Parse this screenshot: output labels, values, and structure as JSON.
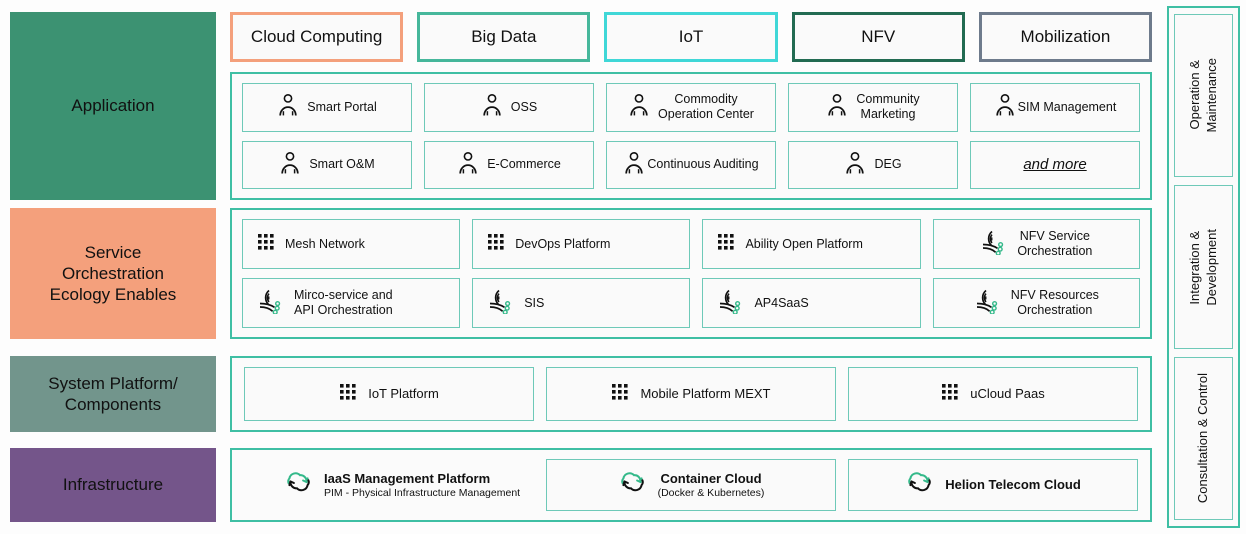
{
  "colors": {
    "teal_border": "#3fbfa4",
    "inner_border": "#6ec9b8",
    "application_layer": "#3c9272",
    "service_layer": "#f4a07c",
    "system_layer": "#72958c",
    "infrastructure_layer": "#74558a",
    "tag_cloud_computing": "#f4a07c",
    "tag_big_data": "#46b79b",
    "tag_iot": "#40d7d7",
    "tag_nfv": "#226b52",
    "tag_mobilization": "#6e7b8c",
    "icon_green": "#34b98a"
  },
  "layers": [
    {
      "id": "application",
      "label": "Application"
    },
    {
      "id": "service",
      "label": "Service\nOrchestration\nEcology Enables"
    },
    {
      "id": "system",
      "label": "System Platform/\nComponents"
    },
    {
      "id": "infrastructure",
      "label": "Infrastructure"
    }
  ],
  "tags": [
    {
      "label": "Cloud Computing",
      "color": "#f4a07c"
    },
    {
      "label": "Big Data",
      "color": "#46b79b"
    },
    {
      "label": "IoT",
      "color": "#40d7d7"
    },
    {
      "label": "NFV",
      "color": "#226b52"
    },
    {
      "label": "Mobilization",
      "color": "#6e7b8c"
    }
  ],
  "application_items": [
    {
      "label": "Smart Portal",
      "icon": "person-icon",
      "style": "normal"
    },
    {
      "label": "OSS",
      "icon": "person-icon",
      "style": "normal"
    },
    {
      "label": "Commodity\nOperation Center",
      "icon": "person-icon",
      "style": "normal"
    },
    {
      "label": "Community\nMarketing",
      "icon": "person-icon",
      "style": "normal"
    },
    {
      "label": "SIM Management",
      "icon": "person-icon",
      "style": "tight"
    },
    {
      "label": "Smart O&M",
      "icon": "person-icon",
      "style": "normal"
    },
    {
      "label": "E-Commerce",
      "icon": "person-icon",
      "style": "normal"
    },
    {
      "label": "Continuous Auditing",
      "icon": "person-icon",
      "style": "tight"
    },
    {
      "label": "DEG",
      "icon": "person-icon",
      "style": "normal"
    },
    {
      "label": "and more",
      "icon": "none",
      "style": "emph"
    }
  ],
  "service_items": [
    {
      "label": "Mesh Network",
      "icon": "grid-dots-icon",
      "align": "left"
    },
    {
      "label": "DevOps Platform",
      "icon": "grid-dots-icon",
      "align": "left"
    },
    {
      "label": "Ability Open Platform",
      "icon": "grid-dots-icon",
      "align": "left"
    },
    {
      "label": "NFV Service\nOrchestration",
      "icon": "orchestration-icon",
      "align": "center"
    },
    {
      "label": "Mirco-service and\nAPI Orchestration",
      "icon": "orchestration-icon",
      "align": "left"
    },
    {
      "label": "SIS",
      "icon": "orchestration-icon",
      "align": "left"
    },
    {
      "label": "AP4SaaS",
      "icon": "orchestration-icon",
      "align": "left"
    },
    {
      "label": "NFV Resources\nOrchestration",
      "icon": "orchestration-icon",
      "align": "center"
    }
  ],
  "system_items": [
    {
      "label": "IoT Platform",
      "icon": "grid-dots-icon"
    },
    {
      "label": "Mobile Platform MEXT",
      "icon": "grid-dots-icon"
    },
    {
      "label": "uCloud Paas",
      "icon": "grid-dots-icon"
    }
  ],
  "infrastructure_items": [
    {
      "title": "IaaS Management Platform",
      "subtitle": "PIM - Physical Infrastructure Management",
      "icon": "cloud-sync-icon",
      "bordered": false
    },
    {
      "title": "Container Cloud",
      "subtitle": "(Docker & Kubernetes)",
      "icon": "cloud-sync-icon",
      "bordered": true
    },
    {
      "title": "Helion Telecom Cloud",
      "subtitle": "",
      "icon": "cloud-sync-icon",
      "bordered": true
    }
  ],
  "sidebar": {
    "items": [
      {
        "label": "Operation &\nMaintenance"
      },
      {
        "label": "Integration &\nDevelopment"
      },
      {
        "label": "Consultation & Control"
      }
    ]
  }
}
